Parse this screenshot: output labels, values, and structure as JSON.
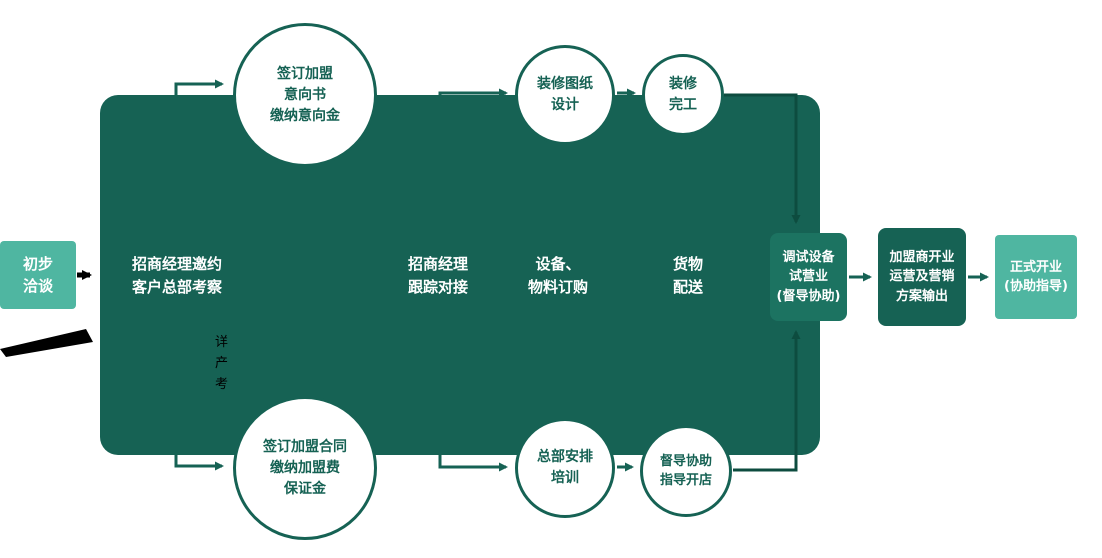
{
  "palette": {
    "dark_teal": "#166254",
    "mid_teal": "#1C7361",
    "light_teal": "#4FB6A1",
    "connector_dark": "#0D4C3F",
    "black": "#000000"
  },
  "flow": {
    "start": {
      "label": "初步\n洽谈"
    },
    "stages": [
      {
        "label": "招商经理邀约\n客户总部考察"
      },
      {
        "label": "招商经理\n跟踪对接"
      },
      {
        "label": "设备、\n物料订购"
      },
      {
        "label": "货物\n配送"
      }
    ],
    "milestones_top": [
      {
        "label": "签订加盟\n意向书\n缴纳意向金"
      },
      {
        "label": "装修图纸\n设计"
      },
      {
        "label": "装修\n完工"
      }
    ],
    "milestones_bottom": [
      {
        "label": "签订加盟合同\n缴纳加盟费\n保证金"
      },
      {
        "label": "总部安排\n培训"
      },
      {
        "label": "督导协助\n指导开店"
      }
    ],
    "trial": {
      "label": "调试设备\n试营业\n(督导协助)"
    },
    "output": {
      "label": "加盟商开业\n运营及营销\n方案输出"
    },
    "final": {
      "label": "正式开业\n(协助指导)"
    },
    "obscured_note": "详\n产\n考"
  }
}
